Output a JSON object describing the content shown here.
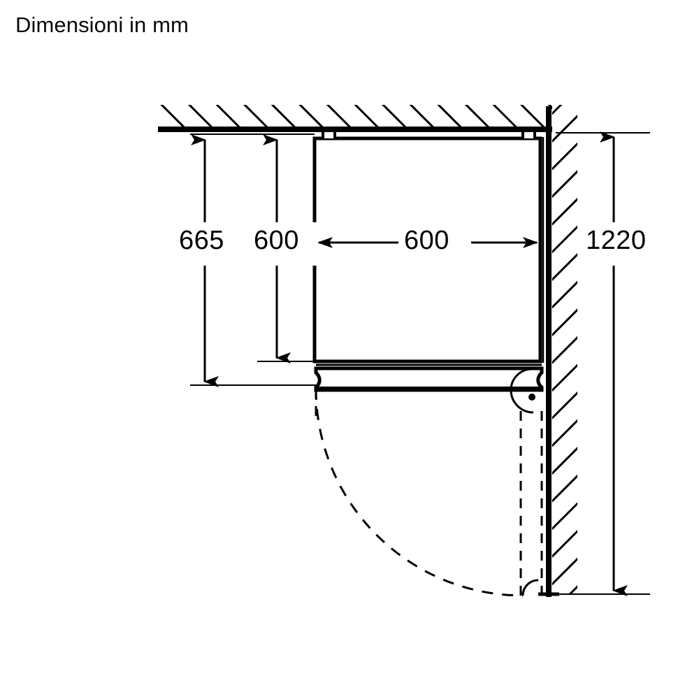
{
  "title": "Dimensioni in mm",
  "units": "mm",
  "drawing": {
    "type": "appliance-installation-plan-view",
    "description": "Vista in pianta di un elettrodomestico installato in un angolo con apertura porta"
  },
  "dimensions": {
    "depth_with_door": "665",
    "depth_body": "600",
    "width": "600",
    "door_swing_clearance": "1220"
  },
  "labels": {
    "d665": "665",
    "d600_vertical": "600",
    "d600_horizontal": "600",
    "d1220": "1220"
  },
  "colors": {
    "line": "#000000",
    "background": "#ffffff",
    "text": "#000000"
  },
  "chart_data": {
    "type": "table",
    "title": "Dimensioni in mm",
    "categories": [
      "665",
      "600",
      "600",
      "1220"
    ],
    "values": [
      665,
      600,
      600,
      1220
    ],
    "annotations": [
      {
        "name": "665",
        "value": 665,
        "orientation": "vertical",
        "meaning": "profondita totale con porta"
      },
      {
        "name": "600",
        "value": 600,
        "orientation": "vertical",
        "meaning": "profondita corpo"
      },
      {
        "name": "600",
        "value": 600,
        "orientation": "horizontal",
        "meaning": "larghezza"
      },
      {
        "name": "1220",
        "value": 1220,
        "orientation": "vertical",
        "meaning": "spazio apertura porta"
      }
    ],
    "xlabel": "",
    "ylabel": "mm"
  }
}
